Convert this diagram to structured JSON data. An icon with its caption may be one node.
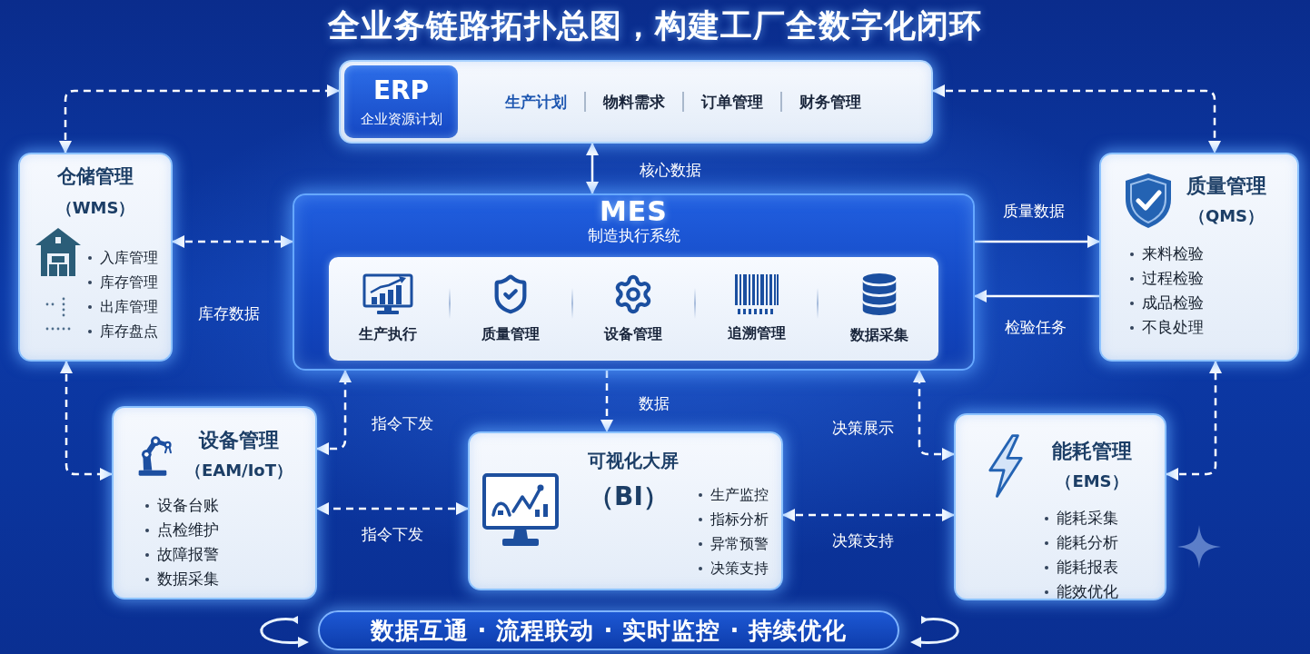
{
  "diagram": {
    "title": "全业务链路拓扑总图，构建工厂全数字化闭环",
    "nodes": [
      {
        "text": [
          "ERP",
          "企业资源计划",
          "生产计划",
          "物料需求",
          "订单管理",
          "财务管理"
        ]
      },
      {
        "text": [
          "仓储管理",
          "（WMS）",
          "入库管理",
          "库存管理",
          "出库管理",
          "库存盘点"
        ]
      },
      {
        "text": [
          "MES",
          "制造执行系统"
        ]
      },
      {
        "text": [
          "生产执行",
          "质量管理",
          "设备管理",
          "追溯管理",
          "数据采集"
        ],
        "in": 2
      },
      {
        "text": [
          "质量管理",
          "（QMS）",
          "来料检验",
          "过程检验",
          "成品检验",
          "不良处理"
        ]
      },
      {
        "text": [
          "设备管理",
          "（EAM/IoT）",
          "设备台账",
          "点检维护",
          "故障报警",
          "数据采集"
        ]
      },
      {
        "text": [
          "可视化大屏",
          "（BI）",
          "生产监控",
          "指标分析",
          "异常预警",
          "决策支持"
        ]
      },
      {
        "text": [
          "能耗管理",
          "（EMS）",
          "能耗采集",
          "能耗分析",
          "能耗报表",
          "能效优化"
        ]
      },
      {
        "text": [
          "数据互通 · 流程联动 · 实时监控 · 持续优化"
        ]
      }
    ],
    "edges": [
      {
        "from": 1,
        "to": 0,
        "arrow": "both",
        "style": "dashed"
      },
      {
        "from": 0,
        "to": 4,
        "arrow": "both",
        "style": "dashed"
      },
      {
        "from": 0,
        "to": 2,
        "arrow": "both",
        "label": "核心数据"
      },
      {
        "from": 1,
        "to": 2,
        "arrow": "both",
        "label": "库存数据",
        "style": "dashed"
      },
      {
        "from": 2,
        "to": 4,
        "arrow": "to",
        "label": "质量数据"
      },
      {
        "from": 4,
        "to": 2,
        "arrow": "to",
        "label": "检验任务"
      },
      {
        "from": 2,
        "to": 6,
        "arrow": "to",
        "label": "数据",
        "style": "dashed"
      },
      {
        "from": 5,
        "to": 2,
        "arrow": "both",
        "label": "指令下发",
        "style": "dashed"
      },
      {
        "from": 6,
        "to": 5,
        "arrow": "both",
        "label": "指令下发",
        "style": "dashed"
      },
      {
        "from": 6,
        "to": 7,
        "arrow": "both",
        "label": "决策支持",
        "style": "dashed"
      },
      {
        "from": 7,
        "to": 2,
        "arrow": "both",
        "label": "决策展示",
        "style": "dashed"
      },
      {
        "from": 7,
        "to": 4,
        "arrow": "both",
        "style": "dashed"
      },
      {
        "from": 1,
        "to": 5,
        "arrow": "both",
        "style": "dashed"
      }
    ]
  }
}
